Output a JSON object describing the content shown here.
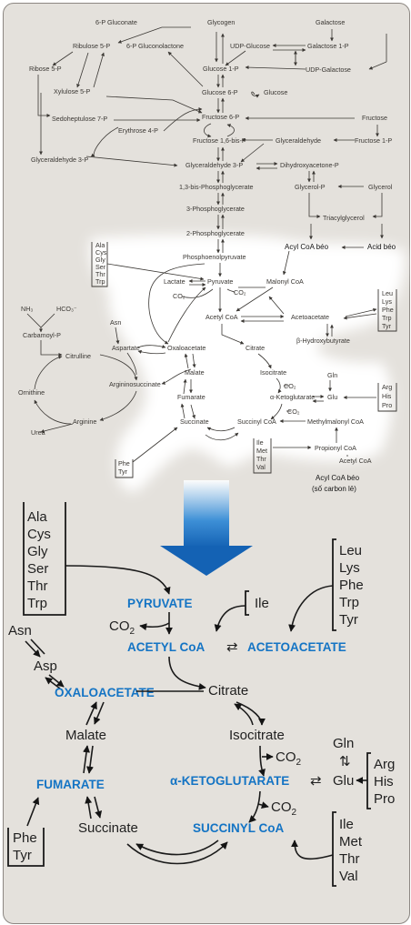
{
  "top": {
    "nodes": {
      "p6_gluconate": "6-P Gluconate",
      "glycogen": "Glycogen",
      "galactose": "Galactose",
      "ribulose5p": "Ribulose 5-P",
      "p6_gluconolactone": "6-P Gluconolactone",
      "udp_glucose": "UDP-Glucose",
      "galactose1p": "Galactose 1-P",
      "ribose5p": "Ribose 5-P",
      "glucose1p": "Glucose 1-P",
      "udp_galactose": "UDP-Galactose",
      "xylulose5p": "Xylulose 5-P",
      "glucose6p": "Glucose 6-P",
      "glucose": "Glucose",
      "sedoheptulose7p": "Sedoheptulose 7-P",
      "fructose6p": "Fructose 6-P",
      "fructose": "Fructose",
      "erythrose4p": "Erythrose 4-P",
      "fructose16bisp": "Fructose 1,6-bis-P",
      "glyceraldehyde": "Glyceraldehyde",
      "fructose1p": "Fructose 1-P",
      "glyceraldehyde3p_left": "Glyceraldehyde 3-P",
      "glyceraldehyde3p": "Glyceraldehyde 3-P",
      "dihydroxyacetonep": "Dihydroxyacetone-P",
      "bisphosphoglycerate": "1,3-bis-Phosphoglycerate",
      "glycerolp": "Glycerol-P",
      "glycerol": "Glycerol",
      "phosphoglycerate3": "3-Phosphoglycerate",
      "triacylglycerol": "Triacylglycerol",
      "phosphoglycerate2": "2-Phosphoglycerate",
      "phosphoenolpyruvate": "Phosphoenolpyruvate",
      "lactate": "Lactate",
      "pyruvate": "Pyruvate",
      "malonylcoa": "Malonyl CoA",
      "co2_a": "CO₂",
      "co2_b": "CO₂",
      "nh3": "NH₃",
      "hco3": "HCO₃⁻",
      "asn": "Asn",
      "acetylcoa": "Acetyl CoA",
      "acetoacetate": "Acetoacetate",
      "carbamoylp": "Carbamoyl-P",
      "aspartate": "Aspartate",
      "oxaloacetate": "Oxaloacetate",
      "citrate": "Citrate",
      "betahydroxybutyrate": "β-Hydroxybutyrate",
      "citrulline": "Citrulline",
      "malate": "Malate",
      "isocitrate": "Isocitrate",
      "gln": "Gln",
      "argininosuccinate": "Argininosuccinate",
      "co2_c": "CO₂",
      "ornithine": "Ornithine",
      "fumarate": "Fumarate",
      "aketoglutarate": "α-Ketoglutarate",
      "glu": "Glu",
      "co2_d": "CO₂",
      "arginine": "Arginine",
      "succinate": "Succinate",
      "succinylcoa": "Succinyl CoA",
      "methylmalonylcoa": "Methylmalonyl CoA",
      "urea": "Urea",
      "propionylcoa": "Propionyl CoA",
      "acetylcoa_small": "Acetyl CoA"
    },
    "aa_groups": {
      "pyr_group": [
        "Ala",
        "Cys",
        "Gly",
        "Ser",
        "Thr",
        "Trp"
      ],
      "keto_group": [
        "Leu",
        "Lys",
        "Phe",
        "Trp",
        "Tyr"
      ],
      "glu_group": [
        "Arg",
        "His",
        "Pro"
      ],
      "succ_group": [
        "Ile",
        "Met",
        "Thr",
        "Val"
      ],
      "fum_group": [
        "Phe",
        "Tyr"
      ]
    },
    "annotations": {
      "acyl_coa_beo": "Acyl CoA béo",
      "acid_beo": "Acid béo",
      "acyl_coa_beo_2": "Acyl CoA béo",
      "so_carbon_le": "(số carbon lẻ)"
    }
  },
  "zoom": {
    "pyruvate": "PYRUVATE",
    "ile": "Ile",
    "co2_1": "CO",
    "co2_1_sub": "2",
    "acetyl_coa": "ACETYL CoA",
    "equilibrium": "⇄",
    "acetoacetate": "ACETOACETATE",
    "asn": "Asn",
    "asp": "Asp",
    "oxaloacetate": "OXALOACETATE",
    "citrate": "Citrate",
    "malate": "Malate",
    "isocitrate": "Isocitrate",
    "co2_2": "CO",
    "co2_2_sub": "2",
    "gln": "Gln",
    "fumarate": "FUMARATE",
    "aketoglutarate": "α-KETOGLUTARATE",
    "glu": "Glu",
    "co2_3": "CO",
    "co2_3_sub": "2",
    "succinate": "Succinate",
    "succinyl_coa": "SUCCINYL CoA",
    "pyr_group": [
      "Ala",
      "Cys",
      "Gly",
      "Ser",
      "Thr",
      "Trp"
    ],
    "keto_group": [
      "Leu",
      "Lys",
      "Phe",
      "Trp",
      "Tyr"
    ],
    "glu_group": [
      "Arg",
      "His",
      "Pro"
    ],
    "succ_group": [
      "Ile",
      "Met",
      "Thr",
      "Val"
    ],
    "fum_group": [
      "Phe",
      "Tyr"
    ]
  },
  "colors": {
    "panel_bg": "#e4e1dc",
    "highlight": "#ffffff",
    "accent_blue": "#1474c4",
    "ink": "#1f1f1f"
  }
}
